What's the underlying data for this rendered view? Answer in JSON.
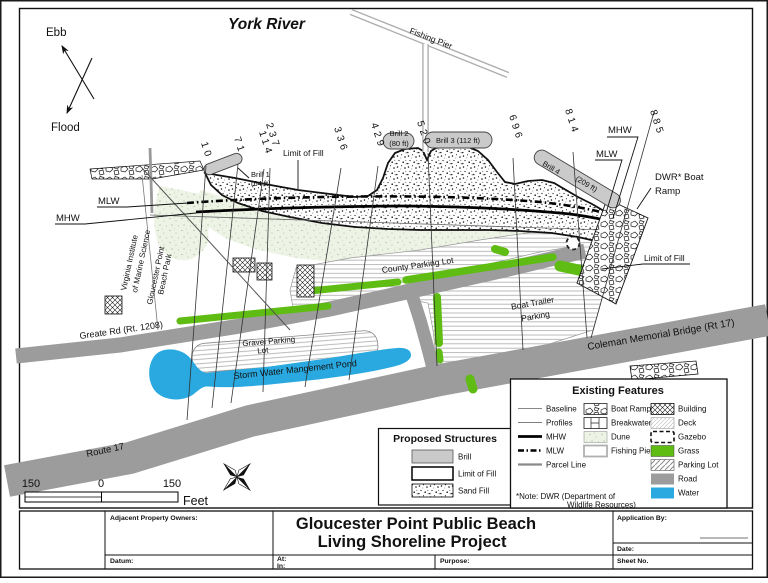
{
  "river": "York River",
  "compass": {
    "ebb": "Ebb",
    "flood": "Flood"
  },
  "pier": {
    "label": "Fishing Pier"
  },
  "profiles": [
    "10",
    "71",
    "114",
    "237",
    "336",
    "429",
    "520",
    "696",
    "814",
    "885"
  ],
  "brills": {
    "b1_line1": "Brill 1",
    "b1_line2": "(64 ft)",
    "b2_name": "Brill 2",
    "b2_len": "(80 ft)",
    "b3": "Brill 3 (112 ft)",
    "b4_name": "Brill 4",
    "b4_len": "(209 ft)"
  },
  "water_labels": {
    "mhw": "MHW",
    "mlw": "MLW"
  },
  "annotations": {
    "limit_of_fill": "Limit of Fill",
    "dwr_line1": "DWR* Boat",
    "dwr_line2": "Ramp"
  },
  "places": {
    "vims_line1": "Virginia Institute",
    "vims_line2": "of Marine Science",
    "park_line1": "Gloucester Point",
    "park_line2": "Beach Park",
    "greate_rd": "Greate Rd (Rt. 1208)",
    "county_lot": "County Parking Lot",
    "boat_trailer_line1": "Boat Trailer",
    "boat_trailer_line2": "Parking",
    "gravel_line1": "Gravel Parking",
    "gravel_line2": "Lot",
    "pond": "Storm Water Mangement Pond",
    "route17": "Route 17",
    "bridge": "Coleman Memorial Bridge (Rt 17)"
  },
  "scale": {
    "left": "150",
    "zero": "0",
    "right": "150",
    "unit": "Feet"
  },
  "legend_proposed": {
    "title": "Proposed Structures",
    "items": [
      "Brill",
      "Limit of Fill",
      "Sand Fill"
    ]
  },
  "legend_existing": {
    "title": "Existing Features",
    "lines": [
      "Baseline",
      "Profiles",
      "MHW",
      "MLW",
      "Parcel Line"
    ],
    "areas": [
      "Boat Ramp",
      "Breakwater",
      "Dune",
      "Fishing Pier"
    ],
    "features": [
      "Building",
      "Deck",
      "Gazebo",
      "Grass",
      "Parking Lot",
      "Road",
      "Water"
    ],
    "note_line1": "*Note: DWR (Department of",
    "note_line2": "Wildlife Resources)"
  },
  "titleblock": {
    "adjacent_owners": "Adjacent Property Owners:",
    "datum": "Datum:",
    "at": "At:",
    "in": "In:",
    "purpose": "Purpose:",
    "application_by": "Application By:",
    "date": "Date:",
    "sheet_no": "Sheet No.",
    "title_line1": "Gloucester Point Public Beach",
    "title_line2": "Living Shoreline  Project"
  },
  "colors": {
    "water": "#29a9e0",
    "grass": "#5ebc12",
    "road": "#9c9c9c",
    "brill": "#cacaca",
    "dune_bg": "#edf3e5"
  }
}
